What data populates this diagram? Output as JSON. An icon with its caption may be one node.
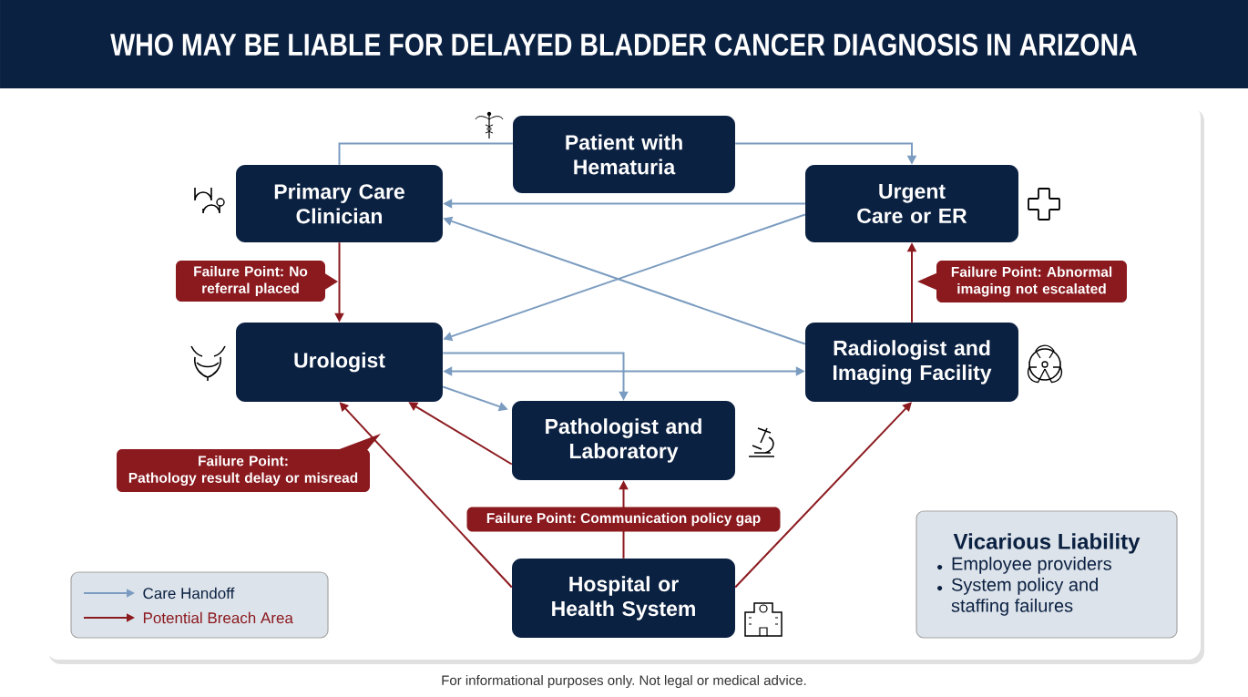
{
  "diagram": {
    "title": "WHO MAY BE LIABLE FOR DELAYED BLADDER CANCER DIAGNOSIS IN ARIZONA",
    "nodes": [
      {
        "text": [
          "Patient with Hematuria"
        ]
      },
      {
        "text": [
          "Primary Care Clinician"
        ]
      },
      {
        "text": [
          "Urgent Care or ER"
        ]
      },
      {
        "text": [
          "Urologist"
        ]
      },
      {
        "text": [
          "Radiologist and Imaging Facility"
        ]
      },
      {
        "text": [
          "Pathologist and Laboratory"
        ]
      },
      {
        "text": [
          "Hospital or Health System"
        ]
      },
      {
        "text": [
          "Failure Point: No referral placed"
        ]
      },
      {
        "text": [
          "Failure Point: Abnormal imaging not escalated"
        ]
      },
      {
        "text": [
          "Failure Point:",
          "Pathology result delay or misread"
        ]
      },
      {
        "text": [
          "Vicarious Liability",
          "Employee providers",
          "System policy and staffing failures"
        ]
      }
    ],
    "edges": [
      {
        "from": 0,
        "to": 1,
        "arrow": "none",
        "color": "#7b9cc0"
      },
      {
        "from": 0,
        "to": 2,
        "arrow": "to",
        "color": "#7b9cc0"
      },
      {
        "from": 2,
        "to": 1,
        "arrow": "to",
        "color": "#7b9cc0"
      },
      {
        "from": 4,
        "to": 1,
        "arrow": "to",
        "color": "#7b9cc0"
      },
      {
        "from": 2,
        "to": 3,
        "arrow": "to",
        "color": "#7b9cc0"
      },
      {
        "from": 3,
        "to": 5,
        "arrow": "to",
        "color": "#7b9cc0"
      },
      {
        "from": 4,
        "to": 3,
        "arrow": "both",
        "color": "#7b9cc0"
      },
      {
        "from": 3,
        "to": 5,
        "arrow": "to",
        "color": "#7b9cc0"
      },
      {
        "from": 5,
        "to": 3,
        "arrow": "to",
        "color": "#8b1a1f"
      },
      {
        "from": 6,
        "to": 3,
        "arrow": "to",
        "color": "#8b1a1f"
      },
      {
        "from": 6,
        "to": 5,
        "arrow": "to",
        "color": "#8b1a1f",
        "label": "Failure Point: Communication policy gap"
      },
      {
        "from": 6,
        "to": 4,
        "arrow": "to",
        "color": "#8b1a1f"
      },
      {
        "from": 4,
        "to": 2,
        "arrow": "to",
        "color": "#8b1a1f"
      },
      {
        "from": 1,
        "to": 3,
        "arrow": "to",
        "color": "#8b1a1f"
      }
    ],
    "labels": [
      "For informational purposes only. Not legal or medical advice."
    ],
    "legend": [
      {
        "text": "Care Handoff"
      },
      {
        "text": "Potential Breach Area"
      }
    ]
  }
}
